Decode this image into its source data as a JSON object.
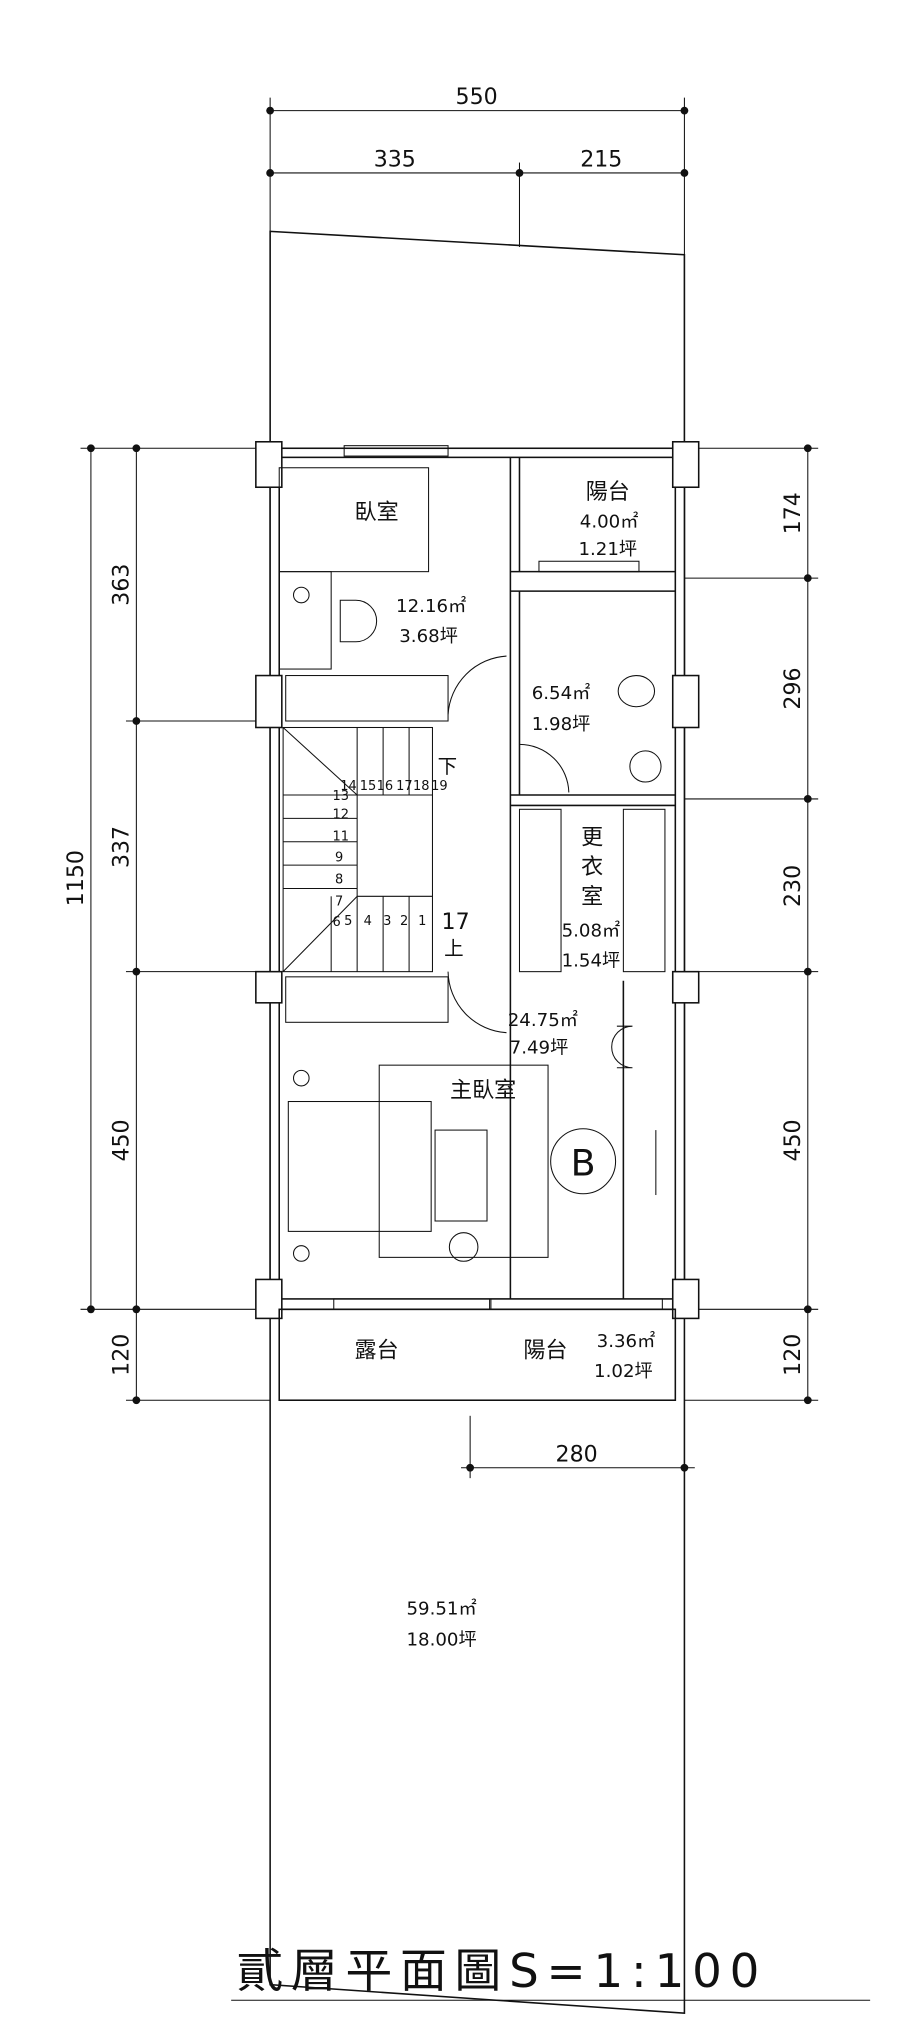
{
  "title": "貳層平面圖S=1:100",
  "dimensions": {
    "top_total": "550",
    "top_left": "335",
    "top_right": "215",
    "left_total": "1150",
    "left": [
      "363",
      "337",
      "450",
      "120"
    ],
    "right": [
      "174",
      "296",
      "230",
      "450",
      "120"
    ],
    "bottom": "280"
  },
  "rooms": {
    "bedroom": {
      "name": "臥室",
      "area_m2": "12.16㎡",
      "area_ping": "3.68坪"
    },
    "balcony_top": {
      "name": "陽台",
      "area_m2": "4.00㎡",
      "area_ping": "1.21坪"
    },
    "bathroom": {
      "area_m2": "6.54㎡",
      "area_ping": "1.98坪"
    },
    "closet": {
      "name_chars": [
        "更",
        "衣",
        "室"
      ],
      "area_m2": "5.08㎡",
      "area_ping": "1.54坪"
    },
    "master": {
      "name": "主臥室",
      "area_m2": "24.75㎡",
      "area_ping": "7.49坪",
      "badge": "B"
    },
    "terrace": {
      "name": "露台"
    },
    "balcony_bottom": {
      "name": "陽台",
      "area_m2": "3.36㎡",
      "area_ping": "1.02坪"
    },
    "yard": {
      "area_m2": "59.51㎡",
      "area_ping": "18.00坪"
    }
  },
  "stairs": {
    "down": "下",
    "up": "上",
    "count": "17",
    "steps_top": [
      "14",
      "15",
      "16",
      "17",
      "18",
      "19"
    ],
    "steps_left": [
      "13",
      "12",
      "11",
      "9",
      "8",
      "7",
      "6"
    ],
    "steps_bottom": [
      "5",
      "4",
      "3",
      "2",
      "1"
    ]
  }
}
